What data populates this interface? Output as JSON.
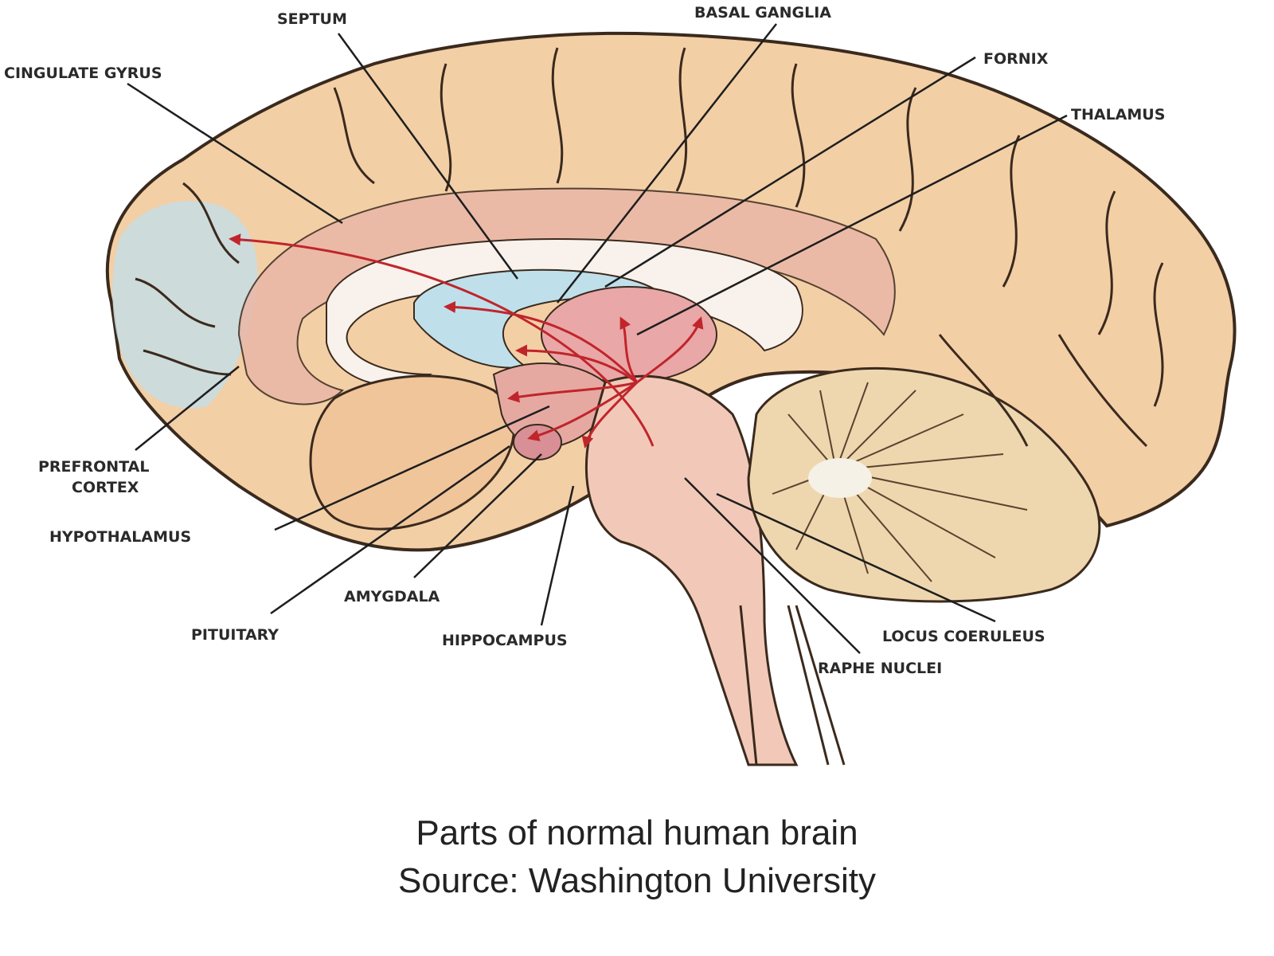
{
  "labels": {
    "septum": "SEPTUM",
    "basal_ganglia": "BASAL GANGLIA",
    "fornix": "FORNIX",
    "cingulate_gyrus": "CINGULATE GYRUS",
    "thalamus": "THALAMUS",
    "prefrontal_cortex_line1": "PREFRONTAL",
    "prefrontal_cortex_line2": "CORTEX",
    "hypothalamus": "HYPOTHALAMUS",
    "amygdala": "AMYGDALA",
    "pituitary": "PITUITARY",
    "hippocampus": "HIPPOCAMPUS",
    "locus_coeruleus": "LOCUS COERULEUS",
    "raphe_nuclei": "RAPHE NUCLEI"
  },
  "caption": {
    "line1": "Parts of normal human brain",
    "line2": "Source: Washington University"
  },
  "colors": {
    "cortex": "#f3cfa6",
    "cortex_outline": "#3a2a1e",
    "limbic_pink": "#eab7a6",
    "prefrontal_blue": "#c6dde4",
    "ventricle_blue": "#bfe0ea",
    "thalamus_pink": "#e9a7a7",
    "brainstem": "#f2c9b8",
    "cerebellum": "#eed7ae",
    "arrow_red": "#c0252b"
  }
}
